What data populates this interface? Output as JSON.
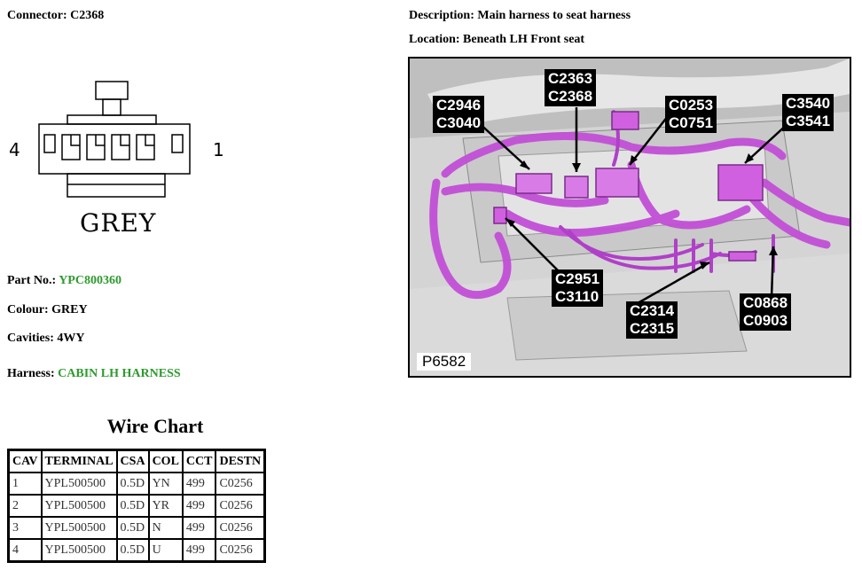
{
  "connector": {
    "label": "Connector: C2368"
  },
  "description": {
    "label": "Description: Main harness to seat harness"
  },
  "location": {
    "label": "Location: Beneath LH Front seat"
  },
  "diagram": {
    "pin_left": "4",
    "pin_right": "1",
    "colour_text": "GREY"
  },
  "details": {
    "part_label": "Part No.:",
    "part_value": "YPC800360",
    "colour": "Colour: GREY",
    "cavities": "Cavities: 4WY",
    "harness_label": "Harness:",
    "harness_value": "CABIN LH HARNESS"
  },
  "wire_chart": {
    "title": "Wire Chart",
    "headers": [
      "CAV",
      "TERMINAL",
      "CSA",
      "COL",
      "CCT",
      "DESTN"
    ],
    "rows": [
      [
        "1",
        "YPL500500",
        "0.5D",
        "YN",
        "499",
        "C0256"
      ],
      [
        "2",
        "YPL500500",
        "0.5D",
        "YR",
        "499",
        "C0256"
      ],
      [
        "3",
        "YPL500500",
        "0.5D",
        "N",
        "499",
        "C0256"
      ],
      [
        "4",
        "YPL500500",
        "0.5D",
        "U",
        "499",
        "C0256"
      ]
    ]
  },
  "photo": {
    "ref": "P6582",
    "callouts": [
      {
        "line1": "C2946",
        "line2": "C3040"
      },
      {
        "line1": "C2363",
        "line2": "C2368"
      },
      {
        "line1": "C0253",
        "line2": "C0751"
      },
      {
        "line1": "C3540",
        "line2": "C3541"
      },
      {
        "line1": "C2951",
        "line2": "C3110"
      },
      {
        "line1": "C2314",
        "line2": "C2315"
      },
      {
        "line1": "C0868",
        "line2": "C0903"
      }
    ]
  },
  "colors": {
    "link_green": "#2e9a2e",
    "harness_magenta": "#c24fd6"
  }
}
